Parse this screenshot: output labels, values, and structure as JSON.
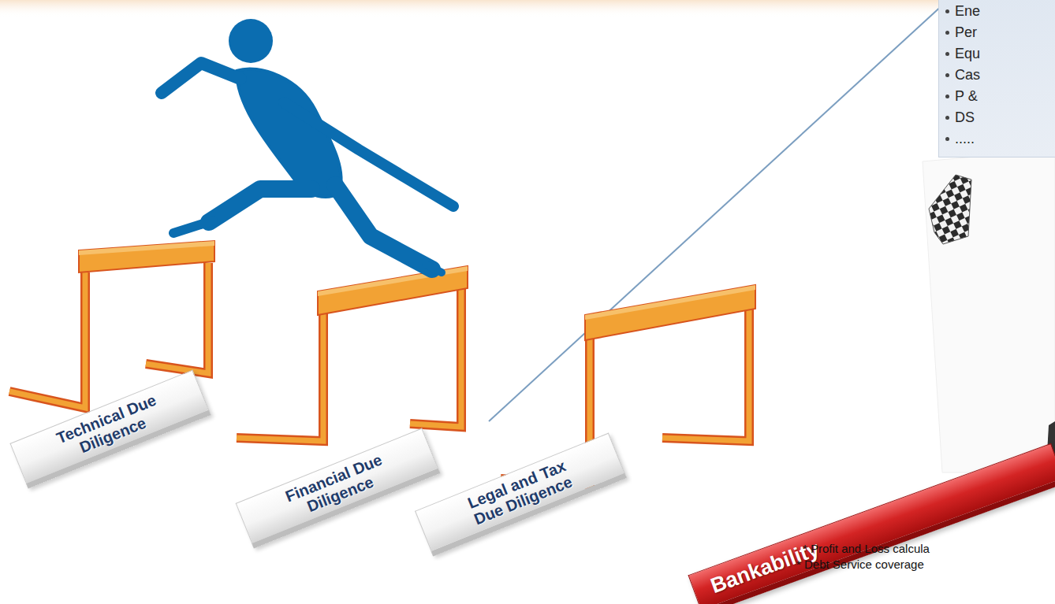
{
  "diagram": {
    "nodes": [
      {
        "text": [
          "Technical Due Diligence"
        ]
      },
      {
        "text": [
          "Financial Due Diligence"
        ]
      },
      {
        "text": [
          "Legal and Tax Due Diligence"
        ]
      },
      {
        "text": [
          "Bankability"
        ]
      },
      {
        "text": [
          "Ene",
          "Per",
          "Equ",
          "Cas",
          "P &",
          "DS",
          "....."
        ]
      }
    ],
    "labels": [
      "* Profit and Loss calcula",
      "* Debt Service coverage"
    ]
  }
}
